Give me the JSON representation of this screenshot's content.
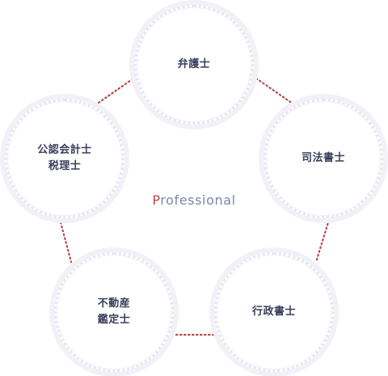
{
  "center": {
    "accent_letter": "P",
    "rest": "rofessional"
  },
  "nodes": [
    {
      "id": "lawyer",
      "label": "弁護士"
    },
    {
      "id": "scrivener",
      "label": "司法書士"
    },
    {
      "id": "admin",
      "label": "行政書士"
    },
    {
      "id": "realestate",
      "label": "不動産\n鑑定士"
    },
    {
      "id": "accountant",
      "label": "公認会計士\n税理士"
    }
  ],
  "colors": {
    "connector": "#b54a4a",
    "accent": "#b54a4a",
    "label": "#3a3f5c",
    "title": "#7e86a8",
    "ring": "#e7e7f1"
  }
}
